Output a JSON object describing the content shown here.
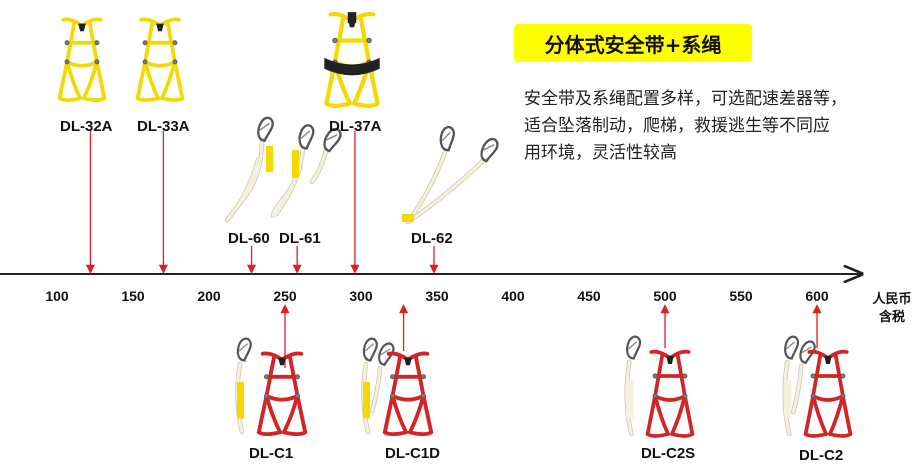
{
  "colors": {
    "harness_yellow": "#f5d800",
    "harness_red": "#d32525",
    "rope_white": "#f4f1df",
    "arrow_red": "#e02020",
    "title_bg": "#ffff00",
    "axis": "#222222",
    "hardware": "#7a7a7a",
    "pad_black": "#222222"
  },
  "title": "分体式安全带+系绳",
  "description": [
    "安全带及系绳配置多样，可选配速差器等，",
    "适合坠落制动，爬梯，救援逃生等不同应",
    "用环境，灵活性较高"
  ],
  "axis": {
    "ticks": [
      "100",
      "150",
      "200",
      "250",
      "300",
      "350",
      "400",
      "450",
      "500",
      "550",
      "600"
    ],
    "unit_line1": "人民币",
    "unit_line2": "含税"
  },
  "products_top": [
    {
      "model": "DL-32A",
      "price": 122,
      "item": "harness",
      "color": "yellow"
    },
    {
      "model": "DL-33A",
      "price": 170,
      "item": "harness",
      "color": "yellow"
    },
    {
      "model": "DL-37A",
      "price": 296,
      "item": "harness-with-belt",
      "color": "yellow"
    },
    {
      "model": "DL-60",
      "price": 228,
      "item": "single-lanyard"
    },
    {
      "model": "DL-61",
      "price": 258,
      "item": "single-lanyard"
    },
    {
      "model": "DL-62",
      "price": 348,
      "item": "double-lanyard"
    }
  ],
  "products_bottom": [
    {
      "model": "DL-C1",
      "price": 250,
      "item": "harness-with-lanyard",
      "color": "red"
    },
    {
      "model": "DL-C1D",
      "price": 328,
      "item": "harness-with-double-lanyard",
      "color": "red"
    },
    {
      "model": "DL-C2S",
      "price": 500,
      "item": "harness-with-lanyard",
      "color": "red"
    },
    {
      "model": "DL-C2",
      "price": 600,
      "item": "harness-with-double-lanyard",
      "color": "red"
    }
  ]
}
